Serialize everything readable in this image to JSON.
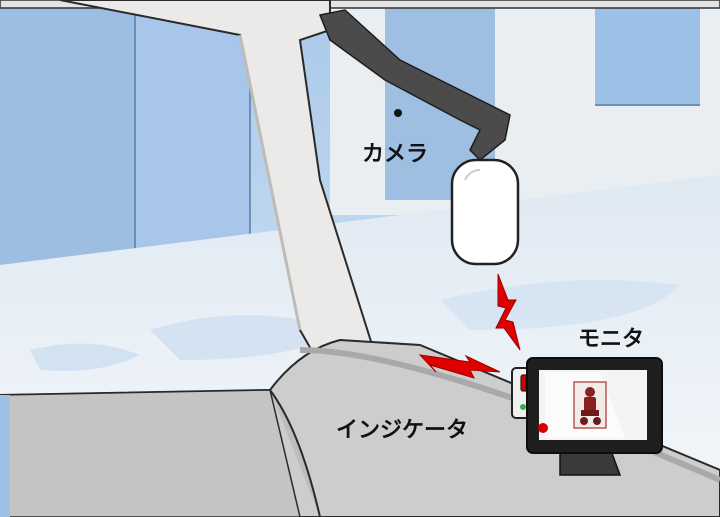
{
  "labels": {
    "camera": "カメラ",
    "monitor": "モニタ",
    "indicator": "インジケータ"
  },
  "colors": {
    "sky_blue": "#b7d3ef",
    "window_blue": "#9cc0e6",
    "pillar": "#ece9e7",
    "dashboard": "#cfcfcf",
    "mount_arm": "#4b4b4b",
    "wireless_signal": "#e00000",
    "monitor_frame": "#1f1f1f",
    "indicator_body": "#f0f0f0"
  },
  "icons": {
    "wireless_signal": "lightning-bolt",
    "monitor_image": "motorcycle-rider"
  }
}
